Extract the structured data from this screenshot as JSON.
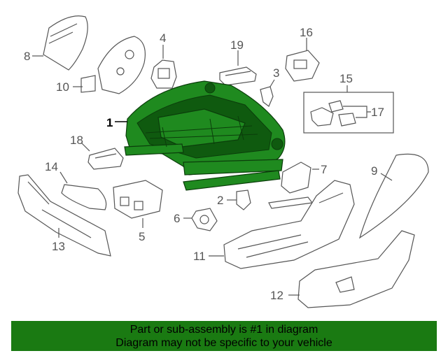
{
  "diagram": {
    "callouts": {
      "c1": "1",
      "c2": "2",
      "c3": "3",
      "c4": "4",
      "c5": "5",
      "c6": "6",
      "c7": "7",
      "c8": "8",
      "c9": "9",
      "c10": "10",
      "c11": "11",
      "c12": "12",
      "c13": "13",
      "c14": "14",
      "c15": "15",
      "c16": "16",
      "c17": "17",
      "c18": "18",
      "c19": "19"
    },
    "highlighted_part": "1",
    "highlight_color": "#1f8a1f"
  },
  "banner": {
    "line1": "Part or sub-assembly is #1 in diagram",
    "line2": "Diagram may not be specific to your vehicle",
    "background": "#1a7a12"
  }
}
